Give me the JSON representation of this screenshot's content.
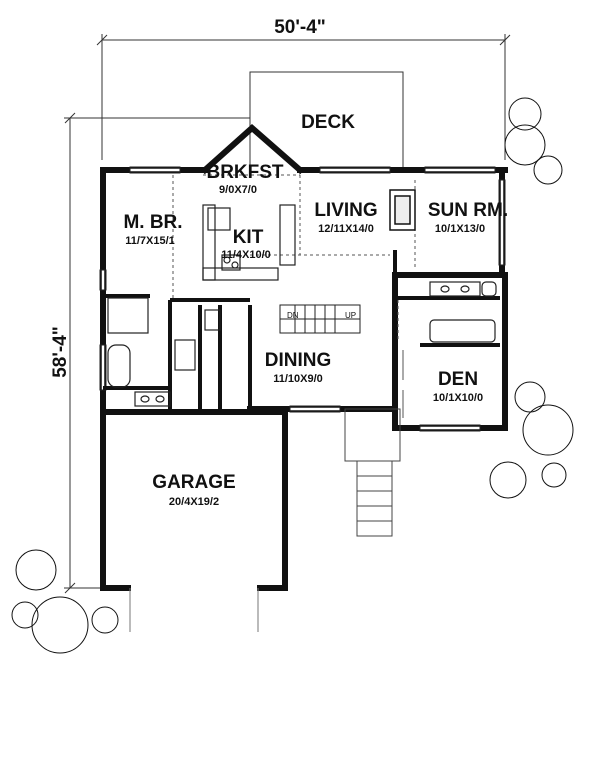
{
  "dimensions": {
    "width": "50'-4\"",
    "depth": "58'-4\""
  },
  "rooms": [
    {
      "key": "deck",
      "name": "DECK",
      "size": ""
    },
    {
      "key": "brkfst",
      "name": "BRKFST",
      "size": "9/0X7/0"
    },
    {
      "key": "kit",
      "name": "KIT",
      "size": "11/4X10/0"
    },
    {
      "key": "living",
      "name": "LIVING",
      "size": "12/11X14/0"
    },
    {
      "key": "sunrm",
      "name": "SUN RM.",
      "size": "10/1X13/0"
    },
    {
      "key": "mbr",
      "name": "M. BR.",
      "size": "11/7X15/1"
    },
    {
      "key": "dining",
      "name": "DINING",
      "size": "11/10X9/0"
    },
    {
      "key": "den",
      "name": "DEN",
      "size": "10/1X10/0"
    },
    {
      "key": "garage",
      "name": "GARAGE",
      "size": "20/4X19/2"
    }
  ],
  "stairs": {
    "down": "DN",
    "up": "UP"
  }
}
